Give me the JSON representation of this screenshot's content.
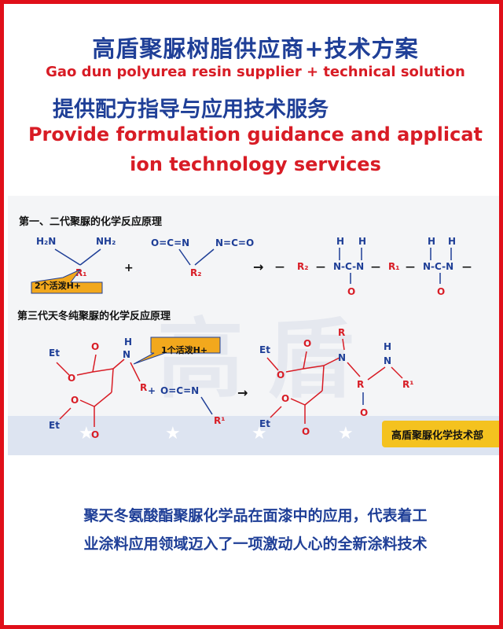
{
  "header": {
    "title_cn": "高盾聚脲树脂供应商+技术方案",
    "title_en": "Gao dun polyurea resin supplier + technical solution",
    "subtitle_cn": "提供配方指导与应用技术服务",
    "subtitle_en_line1": "Provide formulation guidance and applicat",
    "subtitle_en_line2": "ion technology services"
  },
  "diagram": {
    "section1_title": "第一、二代聚脲的化学反应原理",
    "section2_title": "第三代天冬纯聚脲的化学反应原理",
    "bubble1": "2个活泼H+",
    "bubble2": "1个活泼H+",
    "watermark": [
      "高",
      "盾"
    ],
    "brand_tag": "高盾聚脲化学技术部",
    "labels": {
      "h2n": "H₂N",
      "nh2": "NH₂",
      "r1": "R₁",
      "r2": "R₂",
      "plus": "+",
      "oeqn": "O=C=N",
      "neqo": "N=C=O",
      "arrow": "→",
      "dash": "—",
      "h": "H",
      "nc": "N-C-N",
      "o": "O",
      "et": "Et",
      "r": "R",
      "rprime": "R¹",
      "n": "N"
    }
  },
  "footer": {
    "line1": "聚天冬氨酸酯聚脲化学品在面漆中的应用，代表着工",
    "line2": "业涂料应用领域迈入了一项激动人心的全新涂料技术"
  },
  "colors": {
    "border": "#e00f19",
    "blue": "#1f3f97",
    "red": "#d81c25",
    "bubble": "#f2a81d",
    "tag": "#f4c21f"
  }
}
